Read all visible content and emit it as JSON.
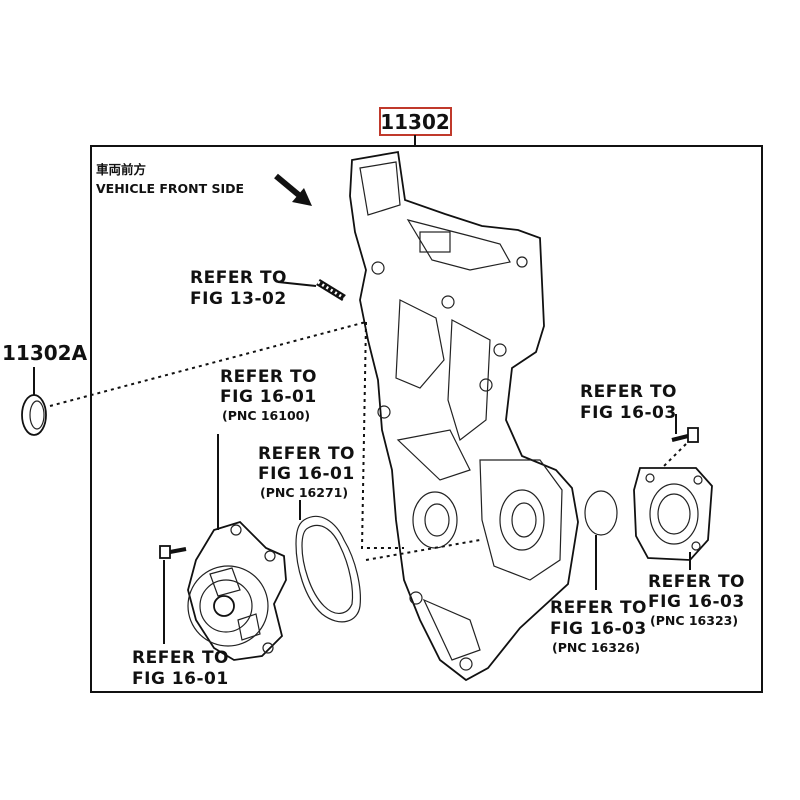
{
  "main_part_number": "11302",
  "side_part_number": "11302A",
  "header_cjk": "車両前方",
  "vehicle_front_label": "VEHICLE FRONT SIDE",
  "refs": {
    "fig_13_02": {
      "line1": "REFER TO",
      "line2": "FIG 13-02"
    },
    "pump_top": {
      "line1": "REFER TO",
      "line2": "FIG 16-01",
      "note": "(PNC 16100)"
    },
    "gasket": {
      "line1": "REFER TO",
      "line2": "FIG 16-01",
      "note": "(PNC 16271)"
    },
    "pump_bottom": {
      "line1": "REFER TO",
      "line2": "FIG 16-01"
    },
    "bolt_right": {
      "line1": "REFER TO",
      "line2": "FIG 16-03"
    },
    "oring": {
      "line1": "REFER TO",
      "line2": "FIG 16-03",
      "note": "(PNC 16326)"
    },
    "housing": {
      "line1": "REFER TO",
      "line2": "FIG 16-03",
      "note": "(PNC 16323)"
    }
  },
  "colors": {
    "part_box": "#c0392b",
    "ink": "#111111"
  }
}
